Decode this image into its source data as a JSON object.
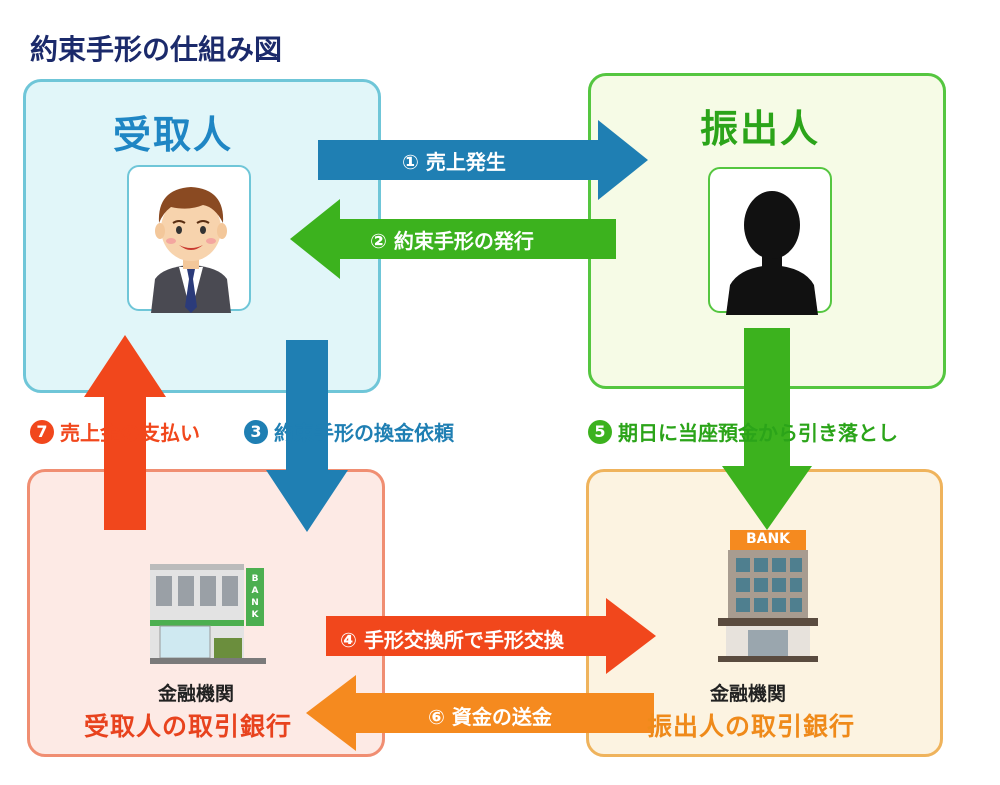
{
  "title": "約束手形の仕組み図",
  "parties": {
    "receiver": "受取人",
    "issuer": "振出人"
  },
  "steps": {
    "s1": {
      "num": "①",
      "label": "売上発生"
    },
    "s2": {
      "num": "②",
      "label": "約束手形の発行"
    },
    "s3": {
      "num": "3",
      "label": "約束手形の換金依頼"
    },
    "s4": {
      "num": "④",
      "label": "手形交換所で手形交換"
    },
    "s5": {
      "num": "5",
      "label": "期日に当座預金から引き落とし"
    },
    "s6": {
      "num": "⑥",
      "label": "資金の送金"
    },
    "s7": {
      "num": "7",
      "label": "売上金の支払い"
    }
  },
  "banks": {
    "receiver_bank": {
      "label": "金融機関",
      "name": "受取人の取引銀行",
      "sign": "BANK"
    },
    "issuer_bank": {
      "label": "金融機関",
      "name": "振出人の取引銀行",
      "sign": "BANK"
    }
  },
  "colors": {
    "blue_arrow": "#1f7fb3",
    "green_arrow": "#3cb21e",
    "red_arrow": "#f1471c",
    "orange_arrow": "#f58a1f",
    "receiver_text": "#1f86c4",
    "issuer_text": "#2ba419",
    "receiver_bank_text": "#e8431e",
    "issuer_bank_text": "#ef8a1a"
  }
}
